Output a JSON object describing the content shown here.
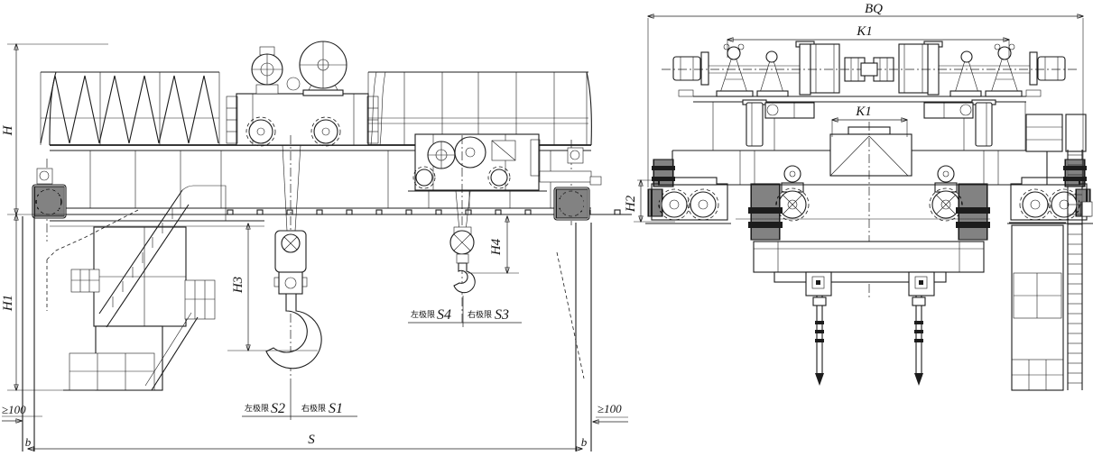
{
  "colors": {
    "ink": "#1c1c1c",
    "paper": "#ffffff"
  },
  "front_view": {
    "dims": {
      "h": "H",
      "h1": "H1",
      "h3": "H3",
      "h4": "H4",
      "s": "S",
      "b_left": "b",
      "b_right": "b",
      "min_gap_left": "≥100",
      "min_gap_right": "≥100"
    },
    "hook_limits": {
      "aux": {
        "left_label": "左极限",
        "left_symbol": "S4",
        "right_label": "右极限",
        "right_symbol": "S3"
      },
      "main": {
        "left_label": "左极限",
        "left_symbol": "S2",
        "right_label": "右极限",
        "right_symbol": "S1"
      }
    }
  },
  "end_view": {
    "dims": {
      "bq": "BQ",
      "k1_rail": "K1",
      "k1_gauge": "K1",
      "h2": "H2"
    }
  }
}
